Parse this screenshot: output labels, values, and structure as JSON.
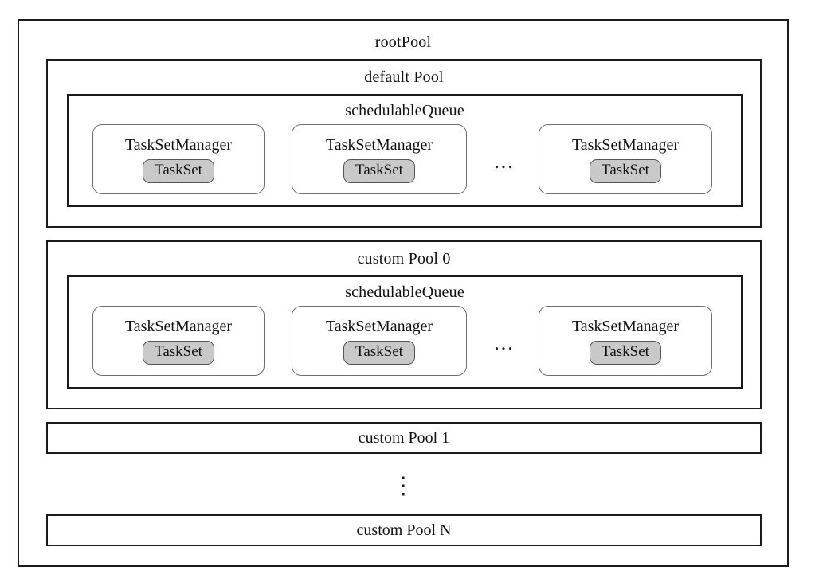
{
  "diagram": {
    "title": "rootPool",
    "background": "#ffffff",
    "line_color": "#1a1a1a",
    "taskset_fill": "#c9c9c9",
    "taskset_border": "#555555",
    "tsm_border": "#6e6e6e"
  },
  "root_pool": {
    "label": "rootPool"
  },
  "pools": [
    {
      "label": "default Pool",
      "queue": {
        "label": "schedulableQueue",
        "managers": [
          {
            "label": "TaskSetManager",
            "taskset": "TaskSet"
          },
          {
            "label": "TaskSetManager",
            "taskset": "TaskSet"
          },
          {
            "label": "TaskSetManager",
            "taskset": "TaskSet"
          }
        ],
        "ellipsis": "..."
      }
    },
    {
      "label": "custom Pool 0",
      "queue": {
        "label": "schedulableQueue",
        "managers": [
          {
            "label": "TaskSetManager",
            "taskset": "TaskSet"
          },
          {
            "label": "TaskSetManager",
            "taskset": "TaskSet"
          },
          {
            "label": "TaskSetManager",
            "taskset": "TaskSet"
          }
        ],
        "ellipsis": "..."
      }
    }
  ],
  "pool_strips": [
    {
      "label": "custom Pool 1"
    },
    {
      "label": "custom Pool N"
    }
  ],
  "vertical_ellipsis": "⋮"
}
